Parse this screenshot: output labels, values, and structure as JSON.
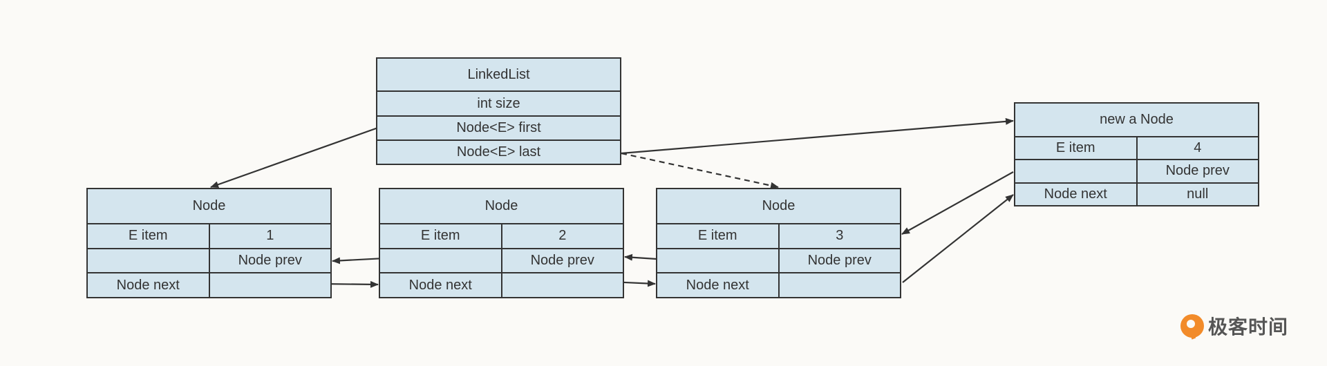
{
  "linkedlist": {
    "title": "LinkedList",
    "size_field": "int size",
    "first_field": "Node<E> first",
    "last_field": "Node<E> last"
  },
  "nodes": [
    {
      "title": "Node",
      "item_label": "E item",
      "item_value": "1",
      "prev_label": "Node prev",
      "next_label": "Node next"
    },
    {
      "title": "Node",
      "item_label": "E item",
      "item_value": "2",
      "prev_label": "Node prev",
      "next_label": "Node next"
    },
    {
      "title": "Node",
      "item_label": "E item",
      "item_value": "3",
      "prev_label": "Node prev",
      "next_label": "Node next"
    }
  ],
  "new_node": {
    "title": "new a Node",
    "item_label": "E item",
    "item_value": "4",
    "prev_label": "Node prev",
    "next_label": "Node next",
    "next_value": "null"
  },
  "logo": {
    "text": "极客时间",
    "icon": "geektime-logo-icon"
  },
  "colors": {
    "box_fill": "#d4e5ee",
    "stroke": "#333333",
    "background": "#fbfaf7",
    "logo_accent": "#f28b2a"
  }
}
